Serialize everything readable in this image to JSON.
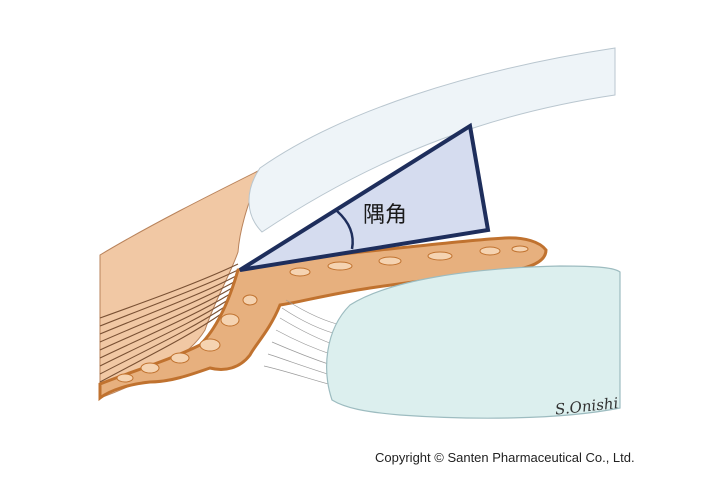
{
  "diagram": {
    "angle_label": "隅角",
    "signature": "S.Onishi",
    "copyright": "Copyright © Santen Pharmaceutical Co., Ltd."
  },
  "colors": {
    "sclera": "#f1c8a4",
    "iris": "#e7b07e",
    "iris_outline": "#c0722f",
    "cornea": "#eef4f8",
    "lens": "#dcefee",
    "angle_fill": "#d5dcef",
    "angle_stroke": "#1e2e5c",
    "muscle_lines": "#7a5134"
  }
}
